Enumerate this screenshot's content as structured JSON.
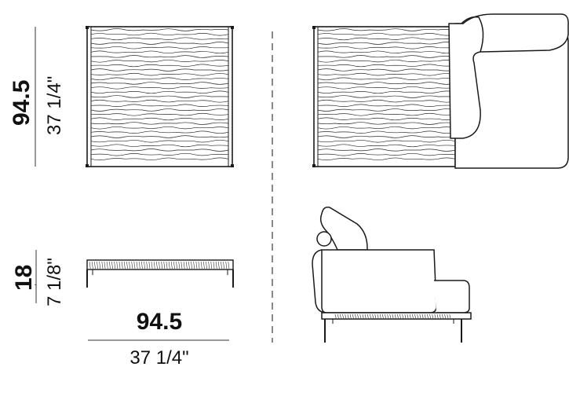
{
  "dimensions": {
    "top_view_depth": {
      "metric": "94.5",
      "imperial": "37 1/4\""
    },
    "side_view_height": {
      "metric": "18",
      "imperial": "7 1/8\""
    },
    "front_view_width": {
      "metric": "94.5",
      "imperial": "37 1/4\""
    }
  },
  "colors": {
    "line": "#1a1a1a",
    "background": "#ffffff",
    "divider": "#555555"
  }
}
